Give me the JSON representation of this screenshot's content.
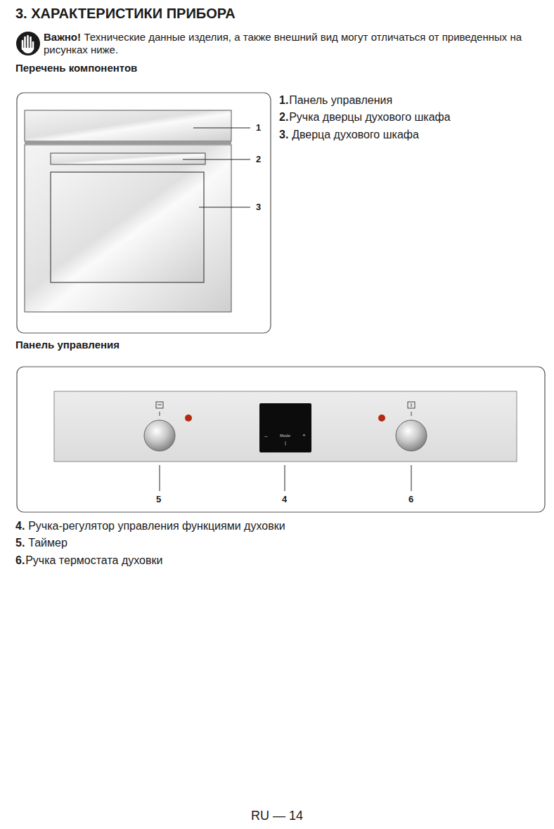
{
  "diagram": {
    "title": "3. ХАРАКТЕРИСТИКИ ПРИБОРА",
    "labels": [
      "Важно!",
      "Технические данные изделия, а также внешний вид могут отличаться от приведенных на рисунках ниже.",
      "Перечень компонентов",
      "1",
      "2",
      "3",
      "1.",
      "Панель управления",
      "2.",
      "Ручка дверцы духового шкафа",
      "3.",
      "Дверца духового шкафа",
      "Панель управления",
      "–",
      "Mode",
      "+",
      "5",
      "4",
      "6",
      "4.",
      "Ручка-регулятор управления функциями духовки",
      "5.",
      "Таймер",
      "6.",
      "Ручка термостата духовки",
      "RU — 14"
    ]
  }
}
